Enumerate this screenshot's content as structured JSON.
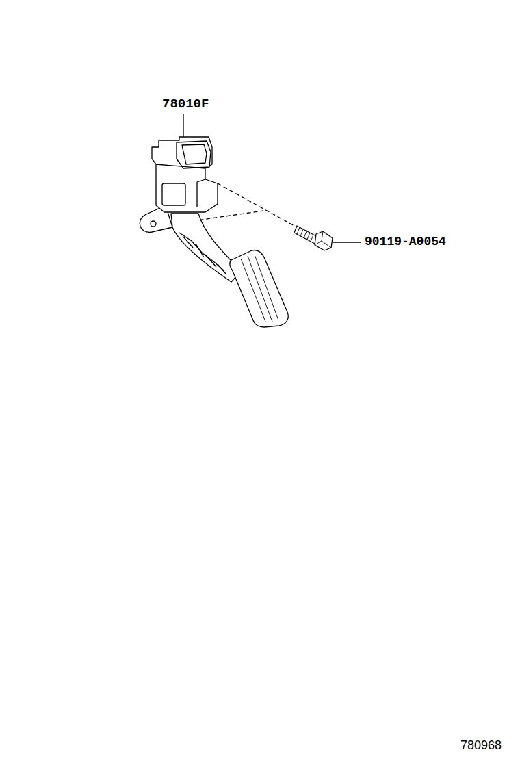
{
  "diagram": {
    "labels": [
      "78010F",
      "90119-A0054",
      "780968"
    ]
  }
}
